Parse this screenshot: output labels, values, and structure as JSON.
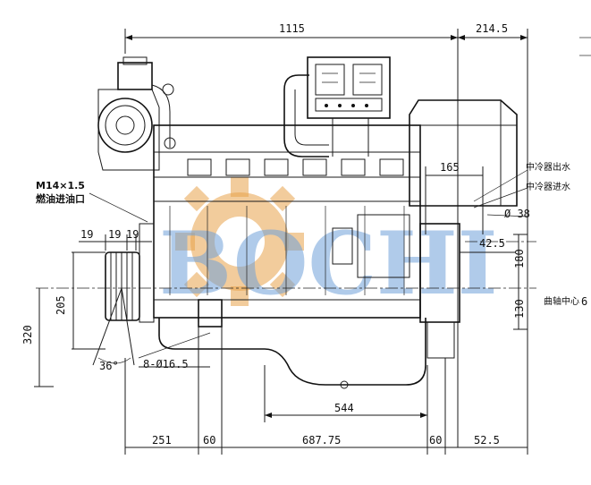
{
  "dimensions": {
    "top_length": "1115",
    "top_right": "214.5",
    "d165": "165",
    "dia38": "Ø 38",
    "d42_5": "42.5",
    "d180": "180",
    "d130": "130",
    "d19": "19",
    "d19b": "19",
    "d19c": "19",
    "d205": "205",
    "d320": "320",
    "angle36": "36°",
    "holes": "8-Ø16.5",
    "d544": "544",
    "b251": "251",
    "b60a": "60",
    "b687": "687.75",
    "b60b": "60",
    "b52": "52.5"
  },
  "labels": {
    "thread": "M14×1.5",
    "fuel_inlet": "燃油进油口",
    "coolant_out": "中冷器出水",
    "coolant_in": "中冷器进水",
    "crank_center": "曲轴中心"
  },
  "watermark": "BOCHI",
  "colors": {
    "line": "#1a1a1a",
    "watermark_blue": "#6fa0d8",
    "watermark_orange": "#e8a24a"
  }
}
